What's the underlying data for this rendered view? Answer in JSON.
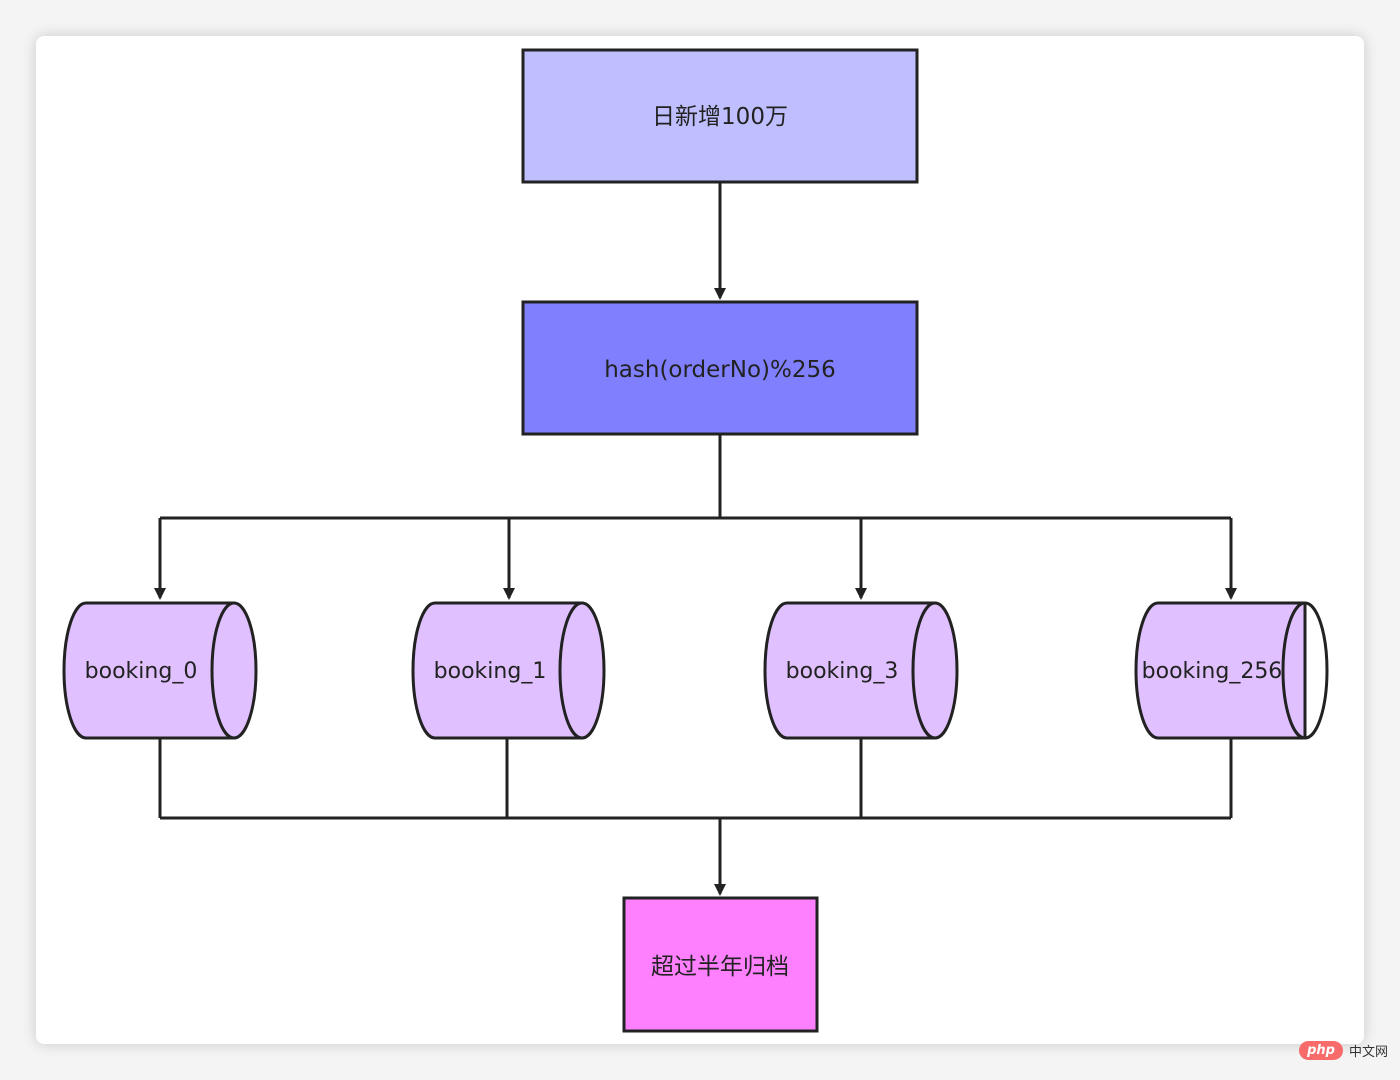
{
  "nodes": {
    "top": {
      "label": "日新增100万"
    },
    "hash": {
      "label": "hash(orderNo)%256"
    },
    "archive": {
      "label": "超过半年归档"
    }
  },
  "databases": [
    {
      "label": "booking_0"
    },
    {
      "label": "booking_1"
    },
    {
      "label": "booking_3"
    },
    {
      "label": "booking_256"
    }
  ],
  "watermark": {
    "badge": "php",
    "text": "中文网"
  },
  "colors": {
    "top_fill": "#bfbfff",
    "hash_fill": "#8080ff",
    "archive_fill": "#ff80ff",
    "db_fill": "#e0c0ff",
    "stroke": "#222222"
  }
}
